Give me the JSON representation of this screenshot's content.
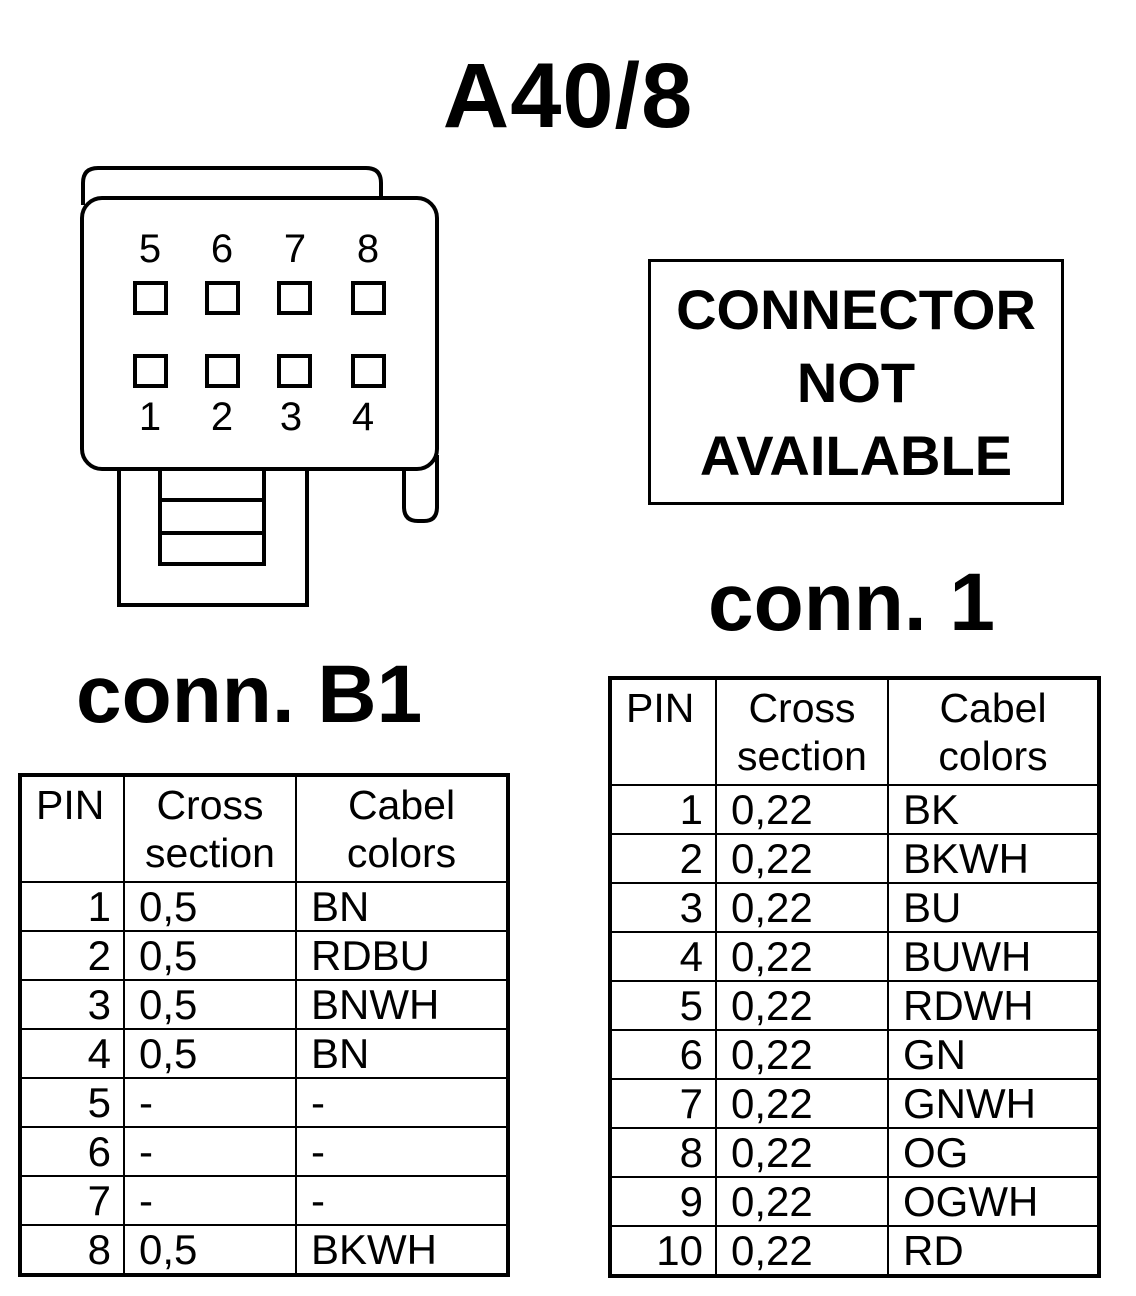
{
  "title": "A40/8",
  "connector_drawing": {
    "pin_numbers_top": [
      "5",
      "6",
      "7",
      "8"
    ],
    "pin_numbers_bottom": [
      "1",
      "2",
      "3",
      "4"
    ]
  },
  "not_available_box": {
    "lines": [
      "CONNECTOR",
      "NOT",
      "AVAILABLE"
    ]
  },
  "conn_b1": {
    "label": "conn. B1",
    "headers": {
      "pin": "PIN",
      "cross": [
        "Cross",
        "section"
      ],
      "colors": [
        "Cabel",
        "colors"
      ]
    },
    "rows": [
      {
        "pin": "1",
        "cross": "0,5",
        "color": "BN"
      },
      {
        "pin": "2",
        "cross": "0,5",
        "color": "RDBU"
      },
      {
        "pin": "3",
        "cross": "0,5",
        "color": "BNWH"
      },
      {
        "pin": "4",
        "cross": "0,5",
        "color": "BN"
      },
      {
        "pin": "5",
        "cross": "-",
        "color": "-"
      },
      {
        "pin": "6",
        "cross": "-",
        "color": "-"
      },
      {
        "pin": "7",
        "cross": "-",
        "color": "-"
      },
      {
        "pin": "8",
        "cross": "0,5",
        "color": "BKWH"
      }
    ]
  },
  "conn_1": {
    "label": "conn. 1",
    "headers": {
      "pin": "PIN",
      "cross": [
        "Cross",
        "section"
      ],
      "colors": [
        "Cabel",
        "colors"
      ]
    },
    "rows": [
      {
        "pin": "1",
        "cross": "0,22",
        "color": "BK"
      },
      {
        "pin": "2",
        "cross": "0,22",
        "color": "BKWH"
      },
      {
        "pin": "3",
        "cross": "0,22",
        "color": "BU"
      },
      {
        "pin": "4",
        "cross": "0,22",
        "color": "BUWH"
      },
      {
        "pin": "5",
        "cross": "0,22",
        "color": "RDWH"
      },
      {
        "pin": "6",
        "cross": "0,22",
        "color": "GN"
      },
      {
        "pin": "7",
        "cross": "0,22",
        "color": "GNWH"
      },
      {
        "pin": "8",
        "cross": "0,22",
        "color": "OG"
      },
      {
        "pin": "9",
        "cross": "0,22",
        "color": "OGWH"
      },
      {
        "pin": "10",
        "cross": "0,22",
        "color": "RD"
      }
    ]
  }
}
